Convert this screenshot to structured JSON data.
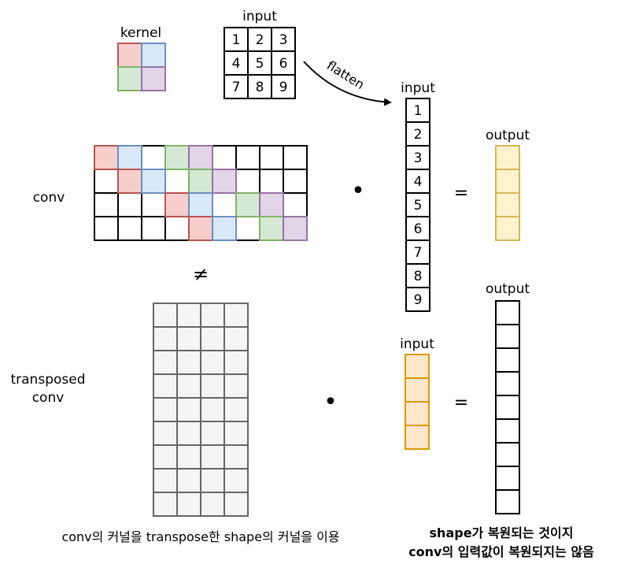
{
  "labels": {
    "kernel": "kernel",
    "input_top": "input",
    "flatten": "flatten",
    "input_column": "input",
    "output_top": "output",
    "conv": "conv",
    "not_equal": "≠",
    "dot_top": "•",
    "equals_top": "=",
    "transposed_line1": "transposed",
    "transposed_line2": "conv",
    "dot_bottom": "•",
    "equals_bottom": "=",
    "input_bottom": "input",
    "output_bottom": "output",
    "caption_left": "conv의 커널을 transpose한 shape의 커널을 이용",
    "caption_right_line1": "shape가 복원되는 것이지",
    "caption_right_line2": "conv의 입력값이 복원되지는 않음"
  },
  "input_grid": [
    [
      "1",
      "2",
      "3"
    ],
    [
      "4",
      "5",
      "6"
    ],
    [
      "7",
      "8",
      "9"
    ]
  ],
  "input_column": [
    "1",
    "2",
    "3",
    "4",
    "5",
    "6",
    "7",
    "8",
    "9"
  ],
  "colors": {
    "red_fill": "#f8cecc",
    "red_stroke": "#b85450",
    "blue_fill": "#dae8fc",
    "blue_stroke": "#6c8ebf",
    "green_fill": "#d5e8d4",
    "green_stroke": "#82b366",
    "purple_fill": "#e1d5e7",
    "purple_stroke": "#9673a6",
    "yellow_fill": "#fff2cc",
    "yellow_stroke": "#d6b656",
    "orange_fill": "#ffe6cc",
    "orange_stroke": "#d79b00",
    "gray_fill": "#f5f5f5",
    "gray_stroke": "#666666"
  }
}
